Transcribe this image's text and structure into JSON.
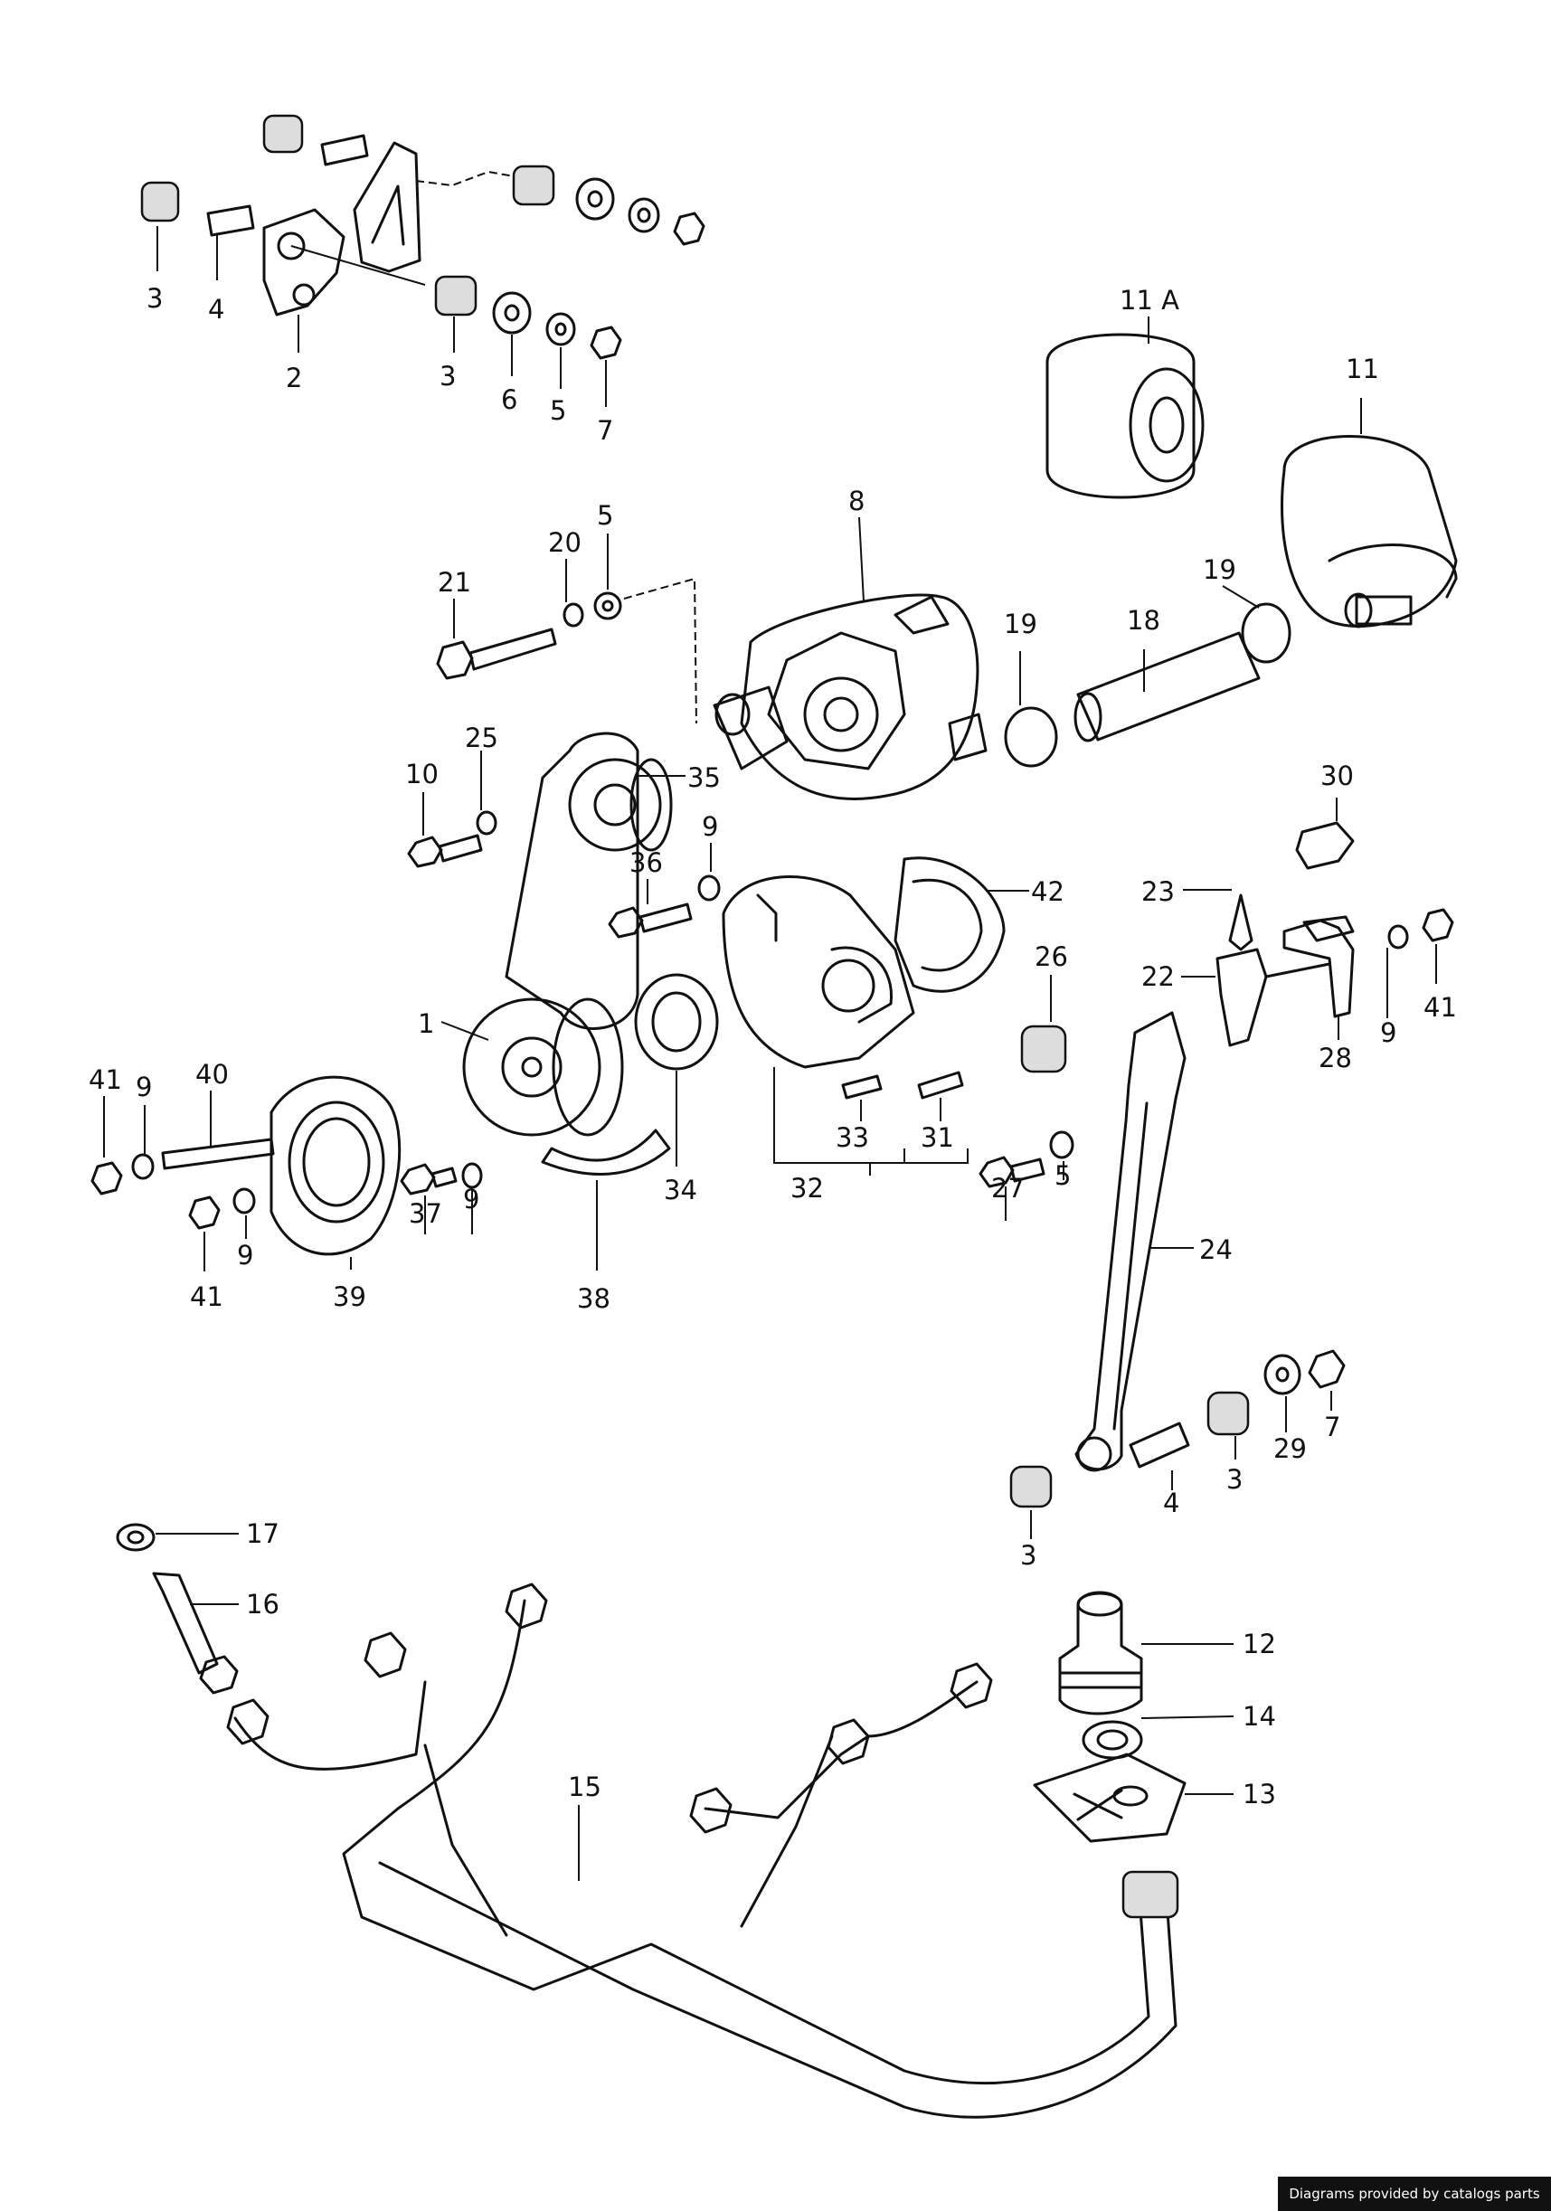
{
  "footer": {
    "credit": "Diagrams provided by catalogs parts"
  },
  "callouts": {
    "c1": "1",
    "c2": "2",
    "c3a": "3",
    "c3b": "3",
    "c3c": "3",
    "c3d": "3",
    "c4a": "4",
    "c4b": "4",
    "c5a": "5",
    "c5b": "5",
    "c5c": "5",
    "c6": "6",
    "c7a": "7",
    "c7b": "7",
    "c8": "8",
    "c9a": "9",
    "c9b": "9",
    "c9c": "9",
    "c9d": "9",
    "c9e": "9",
    "c10": "10",
    "c11": "11",
    "c11a": "11 A",
    "c12": "12",
    "c13": "13",
    "c14": "14",
    "c15": "15",
    "c16": "16",
    "c17": "17",
    "c18": "18",
    "c19a": "19",
    "c19b": "19",
    "c20": "20",
    "c21": "21",
    "c22": "22",
    "c23": "23",
    "c24": "24",
    "c25": "25",
    "c26": "26",
    "c27": "27",
    "c28": "28",
    "c29": "29",
    "c30": "30",
    "c31": "31",
    "c32": "32",
    "c33": "33",
    "c34": "34",
    "c35": "35",
    "c36": "36",
    "c37": "37",
    "c38": "38",
    "c39": "39",
    "c40": "40",
    "c41a": "41",
    "c41b": "41",
    "c41c": "41",
    "c42": "42"
  }
}
